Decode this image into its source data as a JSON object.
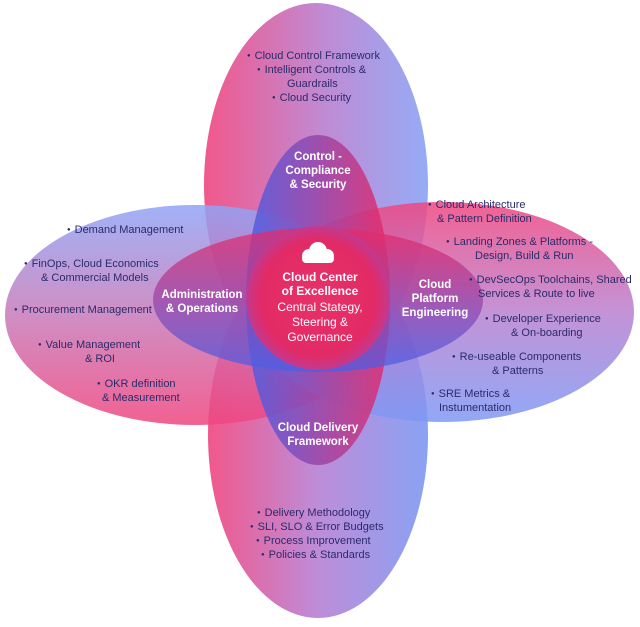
{
  "center": {
    "icon": "cloud-icon",
    "title_line1": "Cloud Center",
    "title_line2": "of Excellence",
    "sub_line1": "Central Stategy,",
    "sub_line2": "Steering &",
    "sub_line3": "Governance"
  },
  "petals": {
    "top": {
      "heading_line1": "Control -",
      "heading_line2": "Compliance",
      "heading_line3": "& Security",
      "items": [
        "Cloud Control Framework",
        "Intelligent Controls &",
        "Guardrails",
        "Cloud Security"
      ]
    },
    "left": {
      "heading_line1": "Administration",
      "heading_line2": "& Operations",
      "items": [
        "Demand Management",
        "FinOps, Cloud Economics",
        "& Commercial Models",
        "Procurement  Management",
        "Value Management",
        "& ROI",
        "OKR definition",
        "& Measurement"
      ]
    },
    "right": {
      "heading_line1": "Cloud",
      "heading_line2": "Platform",
      "heading_line3": "Engineering",
      "items": [
        "Cloud Architecture",
        "& Pattern Definition",
        "Landing Zones & Platforms -",
        "Design, Build & Run",
        "DevSecOps Toolchains, Shared",
        "Services & Route to live",
        "Developer Experience",
        "& On-boarding",
        "Re-useable Components",
        "& Patterns",
        "SRE Metrics &",
        "Instumentation"
      ]
    },
    "bottom": {
      "heading_line1": "Cloud Delivery",
      "heading_line2": "Framework",
      "items": [
        "Delivery Methodology",
        "SLI, SLO & Error Budgets",
        "Process Improvement",
        "Policies & Standards"
      ]
    }
  },
  "colors": {
    "pink": "#f0457f",
    "blue": "#6f8cf0",
    "deep_pink": "#e62a68",
    "deep_blue": "#4a5fe6",
    "text": "#2b2a6b"
  }
}
